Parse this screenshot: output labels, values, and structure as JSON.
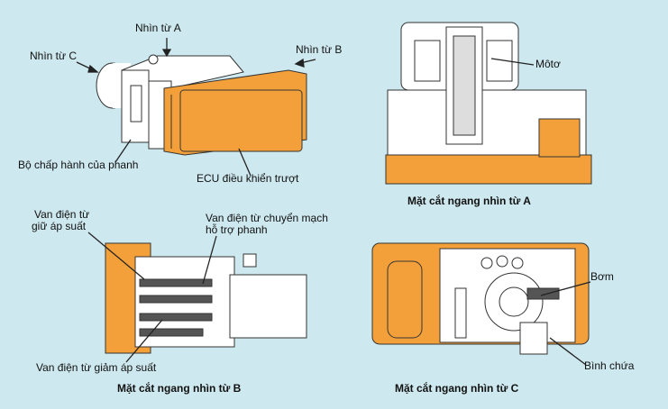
{
  "colors": {
    "background": "#cde8ee",
    "ecu_orange": "#f4a03a",
    "body": "#ffffff",
    "line": "#333333"
  },
  "top_left": {
    "view_a": "Nhìn từ A",
    "view_b": "Nhìn từ B",
    "view_c": "Nhìn từ C",
    "actuator": "Bộ chấp hành của phanh",
    "ecu": "ECU điều khiển trượt"
  },
  "section_a": {
    "motor": "Môtơ",
    "caption": "Mặt cắt ngang nhìn từ A"
  },
  "section_b": {
    "hold_valve_1": "Van điện từ",
    "hold_valve_2": "giữ áp suất",
    "switch_valve_1": "Van điện từ chuyển mạch",
    "switch_valve_2": "hỗ trợ phanh",
    "reduce_valve": "Van điện từ giảm áp suất",
    "caption": "Mặt cắt ngang nhìn từ B"
  },
  "section_c": {
    "pump": "Bơm",
    "reservoir": "Bình chứa",
    "caption": "Mặt cắt ngang nhìn từ C"
  }
}
